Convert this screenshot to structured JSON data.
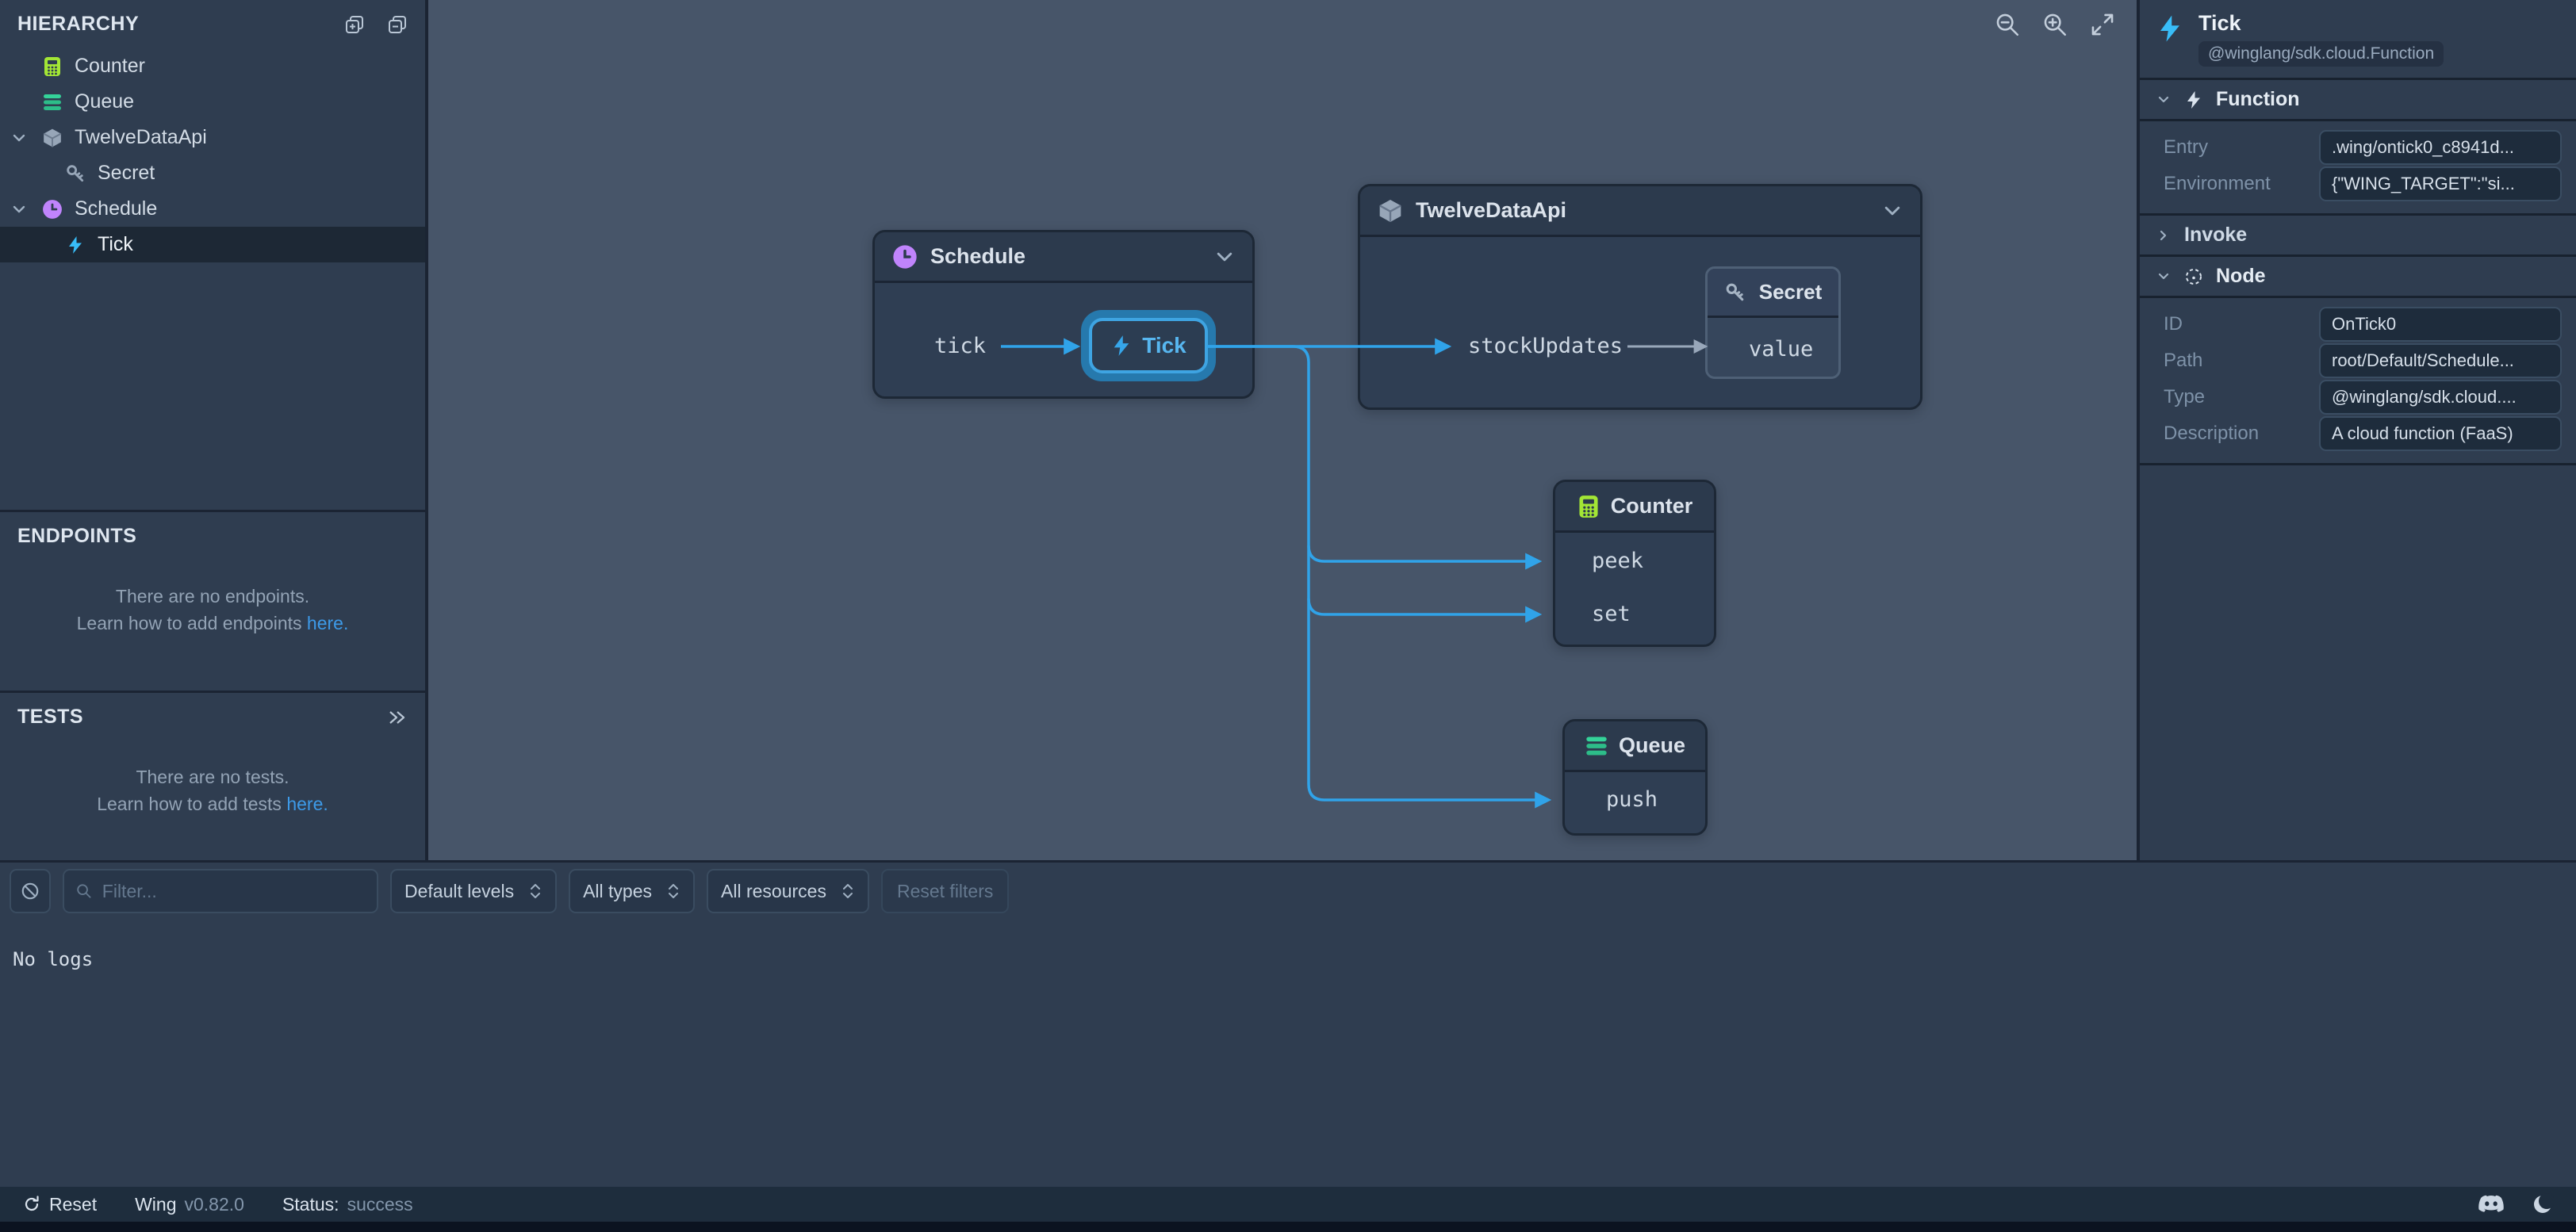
{
  "colors": {
    "accent_blue": "#38bdf8",
    "edge_blue": "#30a3e9",
    "edge_gray": "#98a7ba",
    "counter_green": "#a3e635",
    "queue_green": "#34d399",
    "schedule_purple": "#c084fc",
    "link_blue": "#3d9ae8",
    "canvas_bg": "#475569",
    "panel_bg": "#2f3d50"
  },
  "hierarchy": {
    "title": "HIERARCHY",
    "items": [
      {
        "label": "Counter",
        "icon": "counter-icon",
        "indent": 0,
        "chevron": false,
        "selected": false
      },
      {
        "label": "Queue",
        "icon": "queue-icon",
        "indent": 0,
        "chevron": false,
        "selected": false
      },
      {
        "label": "TwelveDataApi",
        "icon": "cube-icon",
        "indent": 0,
        "chevron": true,
        "selected": false
      },
      {
        "label": "Secret",
        "icon": "key-icon",
        "indent": 1,
        "chevron": false,
        "selected": false
      },
      {
        "label": "Schedule",
        "icon": "clock-icon",
        "indent": 0,
        "chevron": true,
        "selected": false
      },
      {
        "label": "Tick",
        "icon": "bolt-icon",
        "indent": 1,
        "chevron": false,
        "selected": true
      }
    ]
  },
  "endpoints": {
    "title": "ENDPOINTS",
    "empty_line1": "There are no endpoints.",
    "empty_line2": "Learn how to add endpoints ",
    "link_text": "here."
  },
  "tests": {
    "title": "TESTS",
    "empty_line1": "There are no tests.",
    "empty_line2": "Learn how to add tests ",
    "link_text": "here."
  },
  "canvas": {
    "schedule": {
      "title": "Schedule",
      "member": "tick"
    },
    "tick_chip": {
      "label": "Tick"
    },
    "twelve": {
      "title": "TwelveDataApi",
      "member": "stockUpdates"
    },
    "secret": {
      "title": "Secret",
      "member": "value"
    },
    "counter": {
      "title": "Counter",
      "member1": "peek",
      "member2": "set"
    },
    "queue": {
      "title": "Queue",
      "member1": "push"
    }
  },
  "inspector": {
    "title": "Tick",
    "badge": "@winglang/sdk.cloud.Function",
    "function_section": "Function",
    "entry_label": "Entry",
    "entry_value": ".wing/ontick0_c8941d...",
    "environment_label": "Environment",
    "environment_value": "{\"WING_TARGET\":\"si...",
    "invoke_section": "Invoke",
    "node_section": "Node",
    "id_label": "ID",
    "id_value": "OnTick0",
    "path_label": "Path",
    "path_value": "root/Default/Schedule...",
    "type_label": "Type",
    "type_value": "@winglang/sdk.cloud....",
    "description_label": "Description",
    "description_value": "A cloud function (FaaS)"
  },
  "logs": {
    "filter_placeholder": "Filter...",
    "levels": "Default levels",
    "types": "All types",
    "resources": "All resources",
    "reset": "Reset filters",
    "empty": "No logs"
  },
  "statusbar": {
    "reset": "Reset",
    "app": "Wing",
    "version": "v0.82.0",
    "status_label": "Status:",
    "status_value": "success"
  }
}
